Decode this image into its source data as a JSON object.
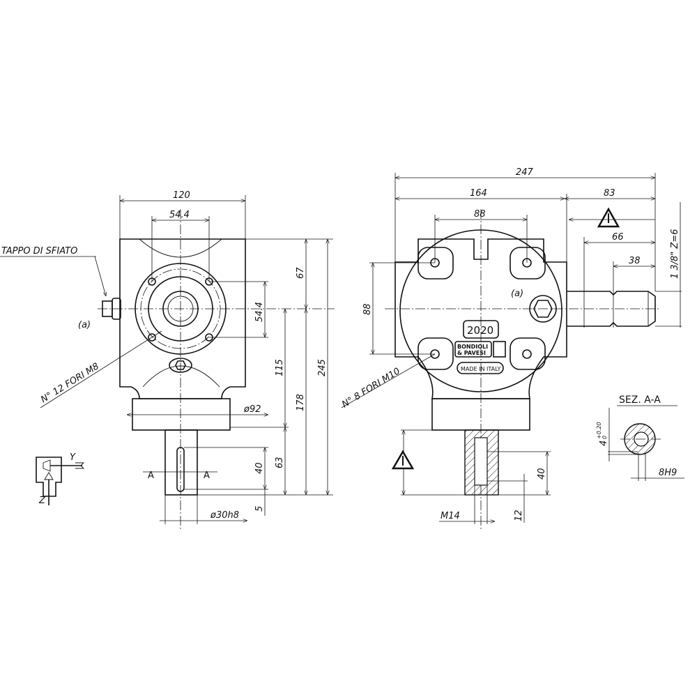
{
  "front_view": {
    "breather_label": "TAPPO DI SFIATO",
    "breather_ref": "(a)",
    "holes_note": "N° 12 FORI M8",
    "dims": {
      "width": "120",
      "bolt_spacing_h": "54.4",
      "bolt_spacing_v": "54.4",
      "top": "67",
      "total": "245",
      "center_to_flange": "115",
      "center_to_end": "178",
      "shaft_length": "63",
      "keyway": "40",
      "shaft_end": "5",
      "flange_dia": "ø92",
      "shaft_dia": "ø30h8"
    },
    "section_marks": [
      "A",
      "A"
    ],
    "axis_labels": [
      "Y",
      "Z"
    ]
  },
  "side_view": {
    "dims": {
      "overall": "247",
      "body": "164",
      "shaft_projection": "83",
      "bolt_spacing": "88",
      "bolt_spacing_v": "88",
      "shaft_66": "66",
      "shaft_38": "38",
      "spline": "1 3/8\" Z=6",
      "thread_depth": "40",
      "thread_offset": "12",
      "thread": "M14"
    },
    "holes_note": "N° 8 FORI M10",
    "plug_ref": "(a)",
    "model_plate": "2020",
    "brand_plate": [
      "BONDIOLI",
      "& PAVESI"
    ],
    "origin_plate": "MADE IN ITALY"
  },
  "section": {
    "title": "SEZ. A-A",
    "key_depth": "4",
    "key_tol_upper": "+0.20",
    "key_tol_lower": "0",
    "key_width": "8H9"
  }
}
